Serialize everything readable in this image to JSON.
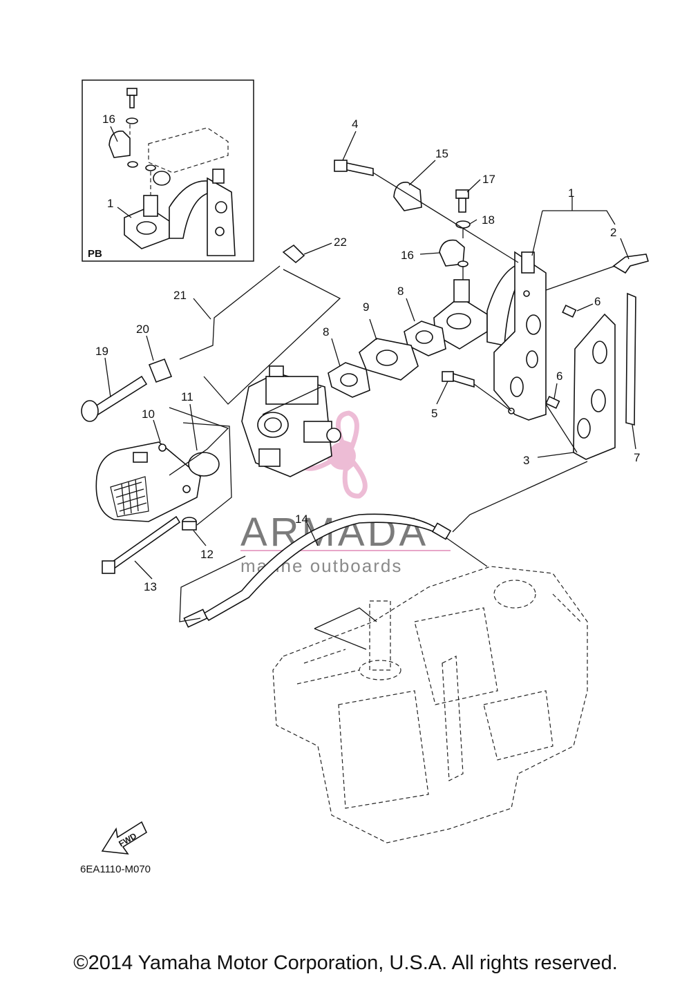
{
  "inset": {
    "label": "PB",
    "callouts": [
      "16",
      "1"
    ]
  },
  "callouts": [
    "1",
    "2",
    "3",
    "4",
    "5",
    "6",
    "6",
    "7",
    "8",
    "8",
    "9",
    "10",
    "11",
    "12",
    "13",
    "14",
    "15",
    "16",
    "17",
    "18",
    "19",
    "20",
    "21",
    "22"
  ],
  "figure_code": "6EA1110-M070",
  "fwd_label": "FWD",
  "watermark": {
    "brand": "ARMADA",
    "tagline": "marine outboards",
    "color": "#e7a6c8"
  },
  "copyright": "©2014 Yamaha Motor Corporation, U.S.A. All rights reserved."
}
